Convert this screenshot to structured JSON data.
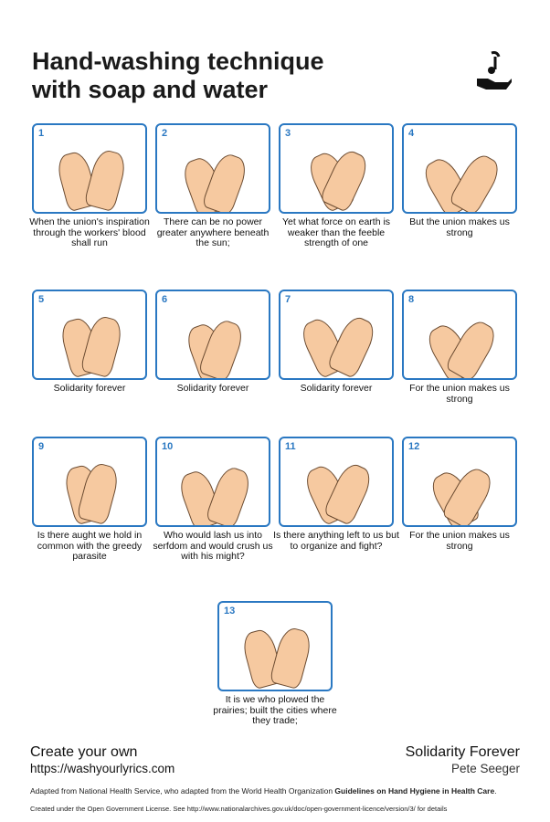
{
  "title_line1": "Hand-washing technique",
  "title_line2": "with soap and water",
  "steps": [
    {
      "n": "1",
      "caption": "When the union's inspiration through the workers' blood shall run"
    },
    {
      "n": "2",
      "caption": "There can be no power greater anywhere beneath the sun;"
    },
    {
      "n": "3",
      "caption": "Yet what force on earth is weaker than the feeble strength of one"
    },
    {
      "n": "4",
      "caption": "But the union makes us strong"
    },
    {
      "n": "5",
      "caption": "Solidarity forever"
    },
    {
      "n": "6",
      "caption": "Solidarity forever"
    },
    {
      "n": "7",
      "caption": "Solidarity forever"
    },
    {
      "n": "8",
      "caption": "For the union makes us strong"
    },
    {
      "n": "9",
      "caption": "Is there aught we hold in common with the greedy parasite"
    },
    {
      "n": "10",
      "caption": "Who would lash us into serfdom and would crush us with his might?"
    },
    {
      "n": "11",
      "caption": "Is there anything left to us but to organize and fight?"
    },
    {
      "n": "12",
      "caption": "For the union makes us strong"
    },
    {
      "n": "13",
      "caption": "It is we who plowed the prairies; built the cities where they trade;"
    }
  ],
  "footer": {
    "create": "Create your own",
    "url": "https://washyourlyrics.com",
    "song": "Solidarity Forever",
    "artist": "Pete Seeger",
    "adapted": "Adapted from National Health Service, who adapted from the World Health Organization ",
    "guidelines": "Guidelines on Hand Hygiene in Health Care",
    "period": ".",
    "license": "Created under the Open Government License. See http://www.nationalarchives.gov.uk/doc/open-government-licence/version/3/ for details"
  },
  "colors": {
    "accent": "#2a78c2",
    "skin": "#f6c9a0"
  }
}
